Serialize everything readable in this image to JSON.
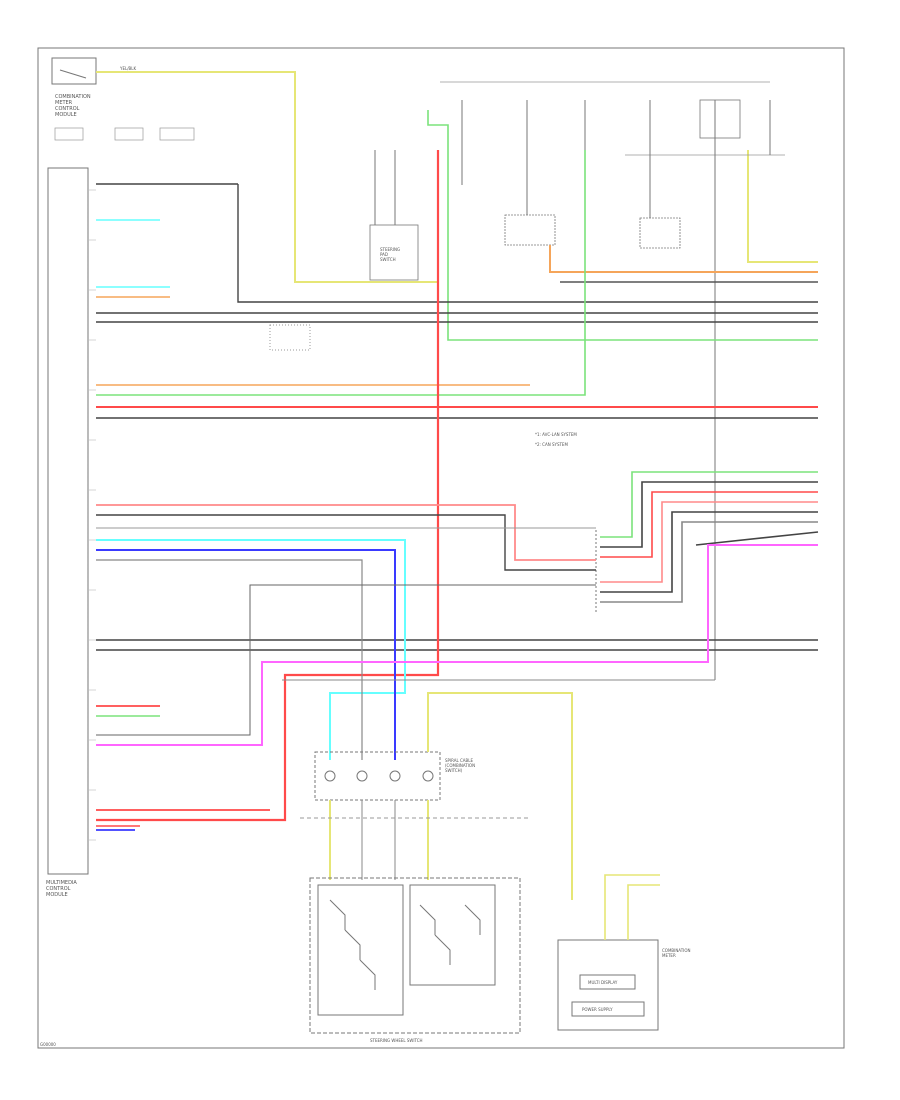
{
  "diagram": {
    "footer_left": "G00000",
    "footer_center": "STEERING WHEEL SWITCH"
  },
  "colors": {
    "yellow": "#e6e676",
    "orange": "#f5a55a",
    "red": "#ff4a4a",
    "green": "#7be37b",
    "cyan": "#66ffff",
    "blue": "#3a3aff",
    "magenta": "#ff66ff",
    "pink": "#ff8a8a",
    "black": "#333333",
    "gray": "#9a9a9a",
    "box": "#777777"
  },
  "labels": {
    "ecu_top": "COMBINATION\nMETER\nCONTROL\nMODULE",
    "ecu_bottom": "MULTIMEDIA\nCONTROL\nMODULE",
    "yellow_wire_top": "YEL/BLK",
    "blk_legend_1": "*1: AVC-LAN SYSTEM",
    "blk_legend_2": "*2: CAN SYSTEM",
    "switch_label": "STEERING\nPAD\nSWITCH",
    "spiral_cable": "SPIRAL CABLE\n(COMBINATION\nSWITCH)",
    "combination_meter": "COMBINATION\nMETER",
    "meter_box_1": "MULTI DISPLAY",
    "meter_box_2": "POWER SUPPLY"
  }
}
